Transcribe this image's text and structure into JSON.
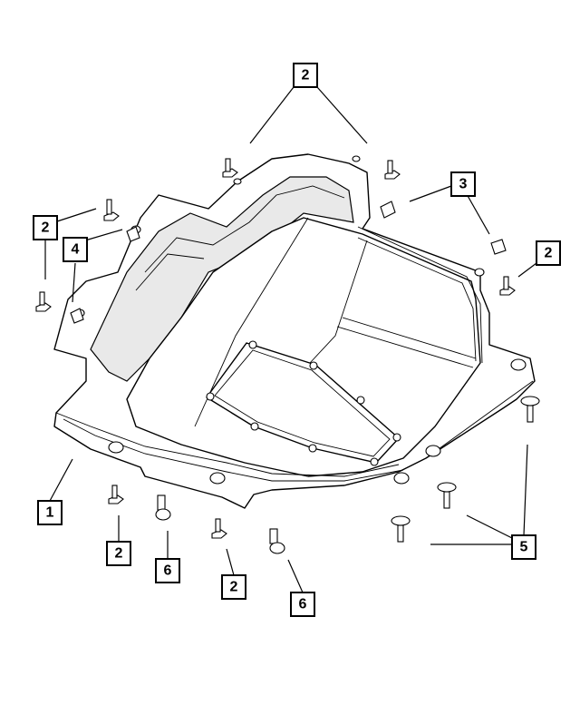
{
  "diagram": {
    "callouts": [
      {
        "id": "c-2-top",
        "label": "2"
      },
      {
        "id": "c-3",
        "label": "3"
      },
      {
        "id": "c-2-left",
        "label": "2"
      },
      {
        "id": "c-4",
        "label": "4"
      },
      {
        "id": "c-2-right",
        "label": "2"
      },
      {
        "id": "c-1",
        "label": "1"
      },
      {
        "id": "c-2-bottom-a",
        "label": "2"
      },
      {
        "id": "c-6-a",
        "label": "6"
      },
      {
        "id": "c-2-bottom-b",
        "label": "2"
      },
      {
        "id": "c-6-b",
        "label": "6"
      },
      {
        "id": "c-5",
        "label": "5"
      }
    ]
  }
}
